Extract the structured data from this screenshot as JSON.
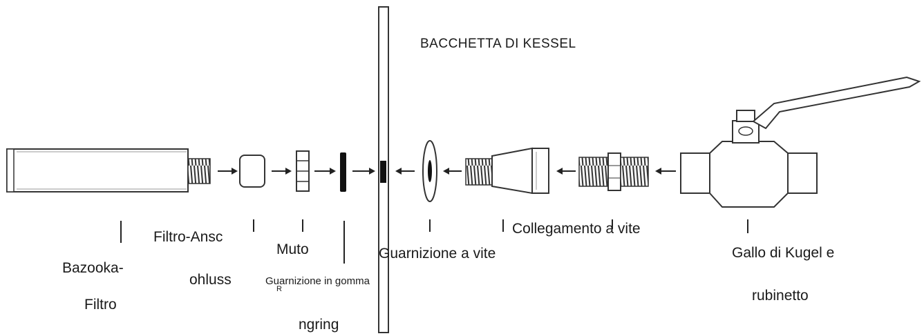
{
  "title": "BACCHETTA DI KESSEL",
  "labels": {
    "bazooka_line1": "Bazooka-",
    "bazooka_line2": "Filtro",
    "filtro_line1": "Filtro-Ansc",
    "filtro_line2": "ohluss",
    "muto": "Muto",
    "gomma": "Guarnizione in gomma",
    "gomma_r": "R",
    "gomma_line2": "ngring",
    "guarnizione_vite": "Guarnizione a vite",
    "collegamento": "Collegamento a vite",
    "gallo_line1": "Gallo di Kugel e",
    "gallo_line2": "rubinetto"
  }
}
